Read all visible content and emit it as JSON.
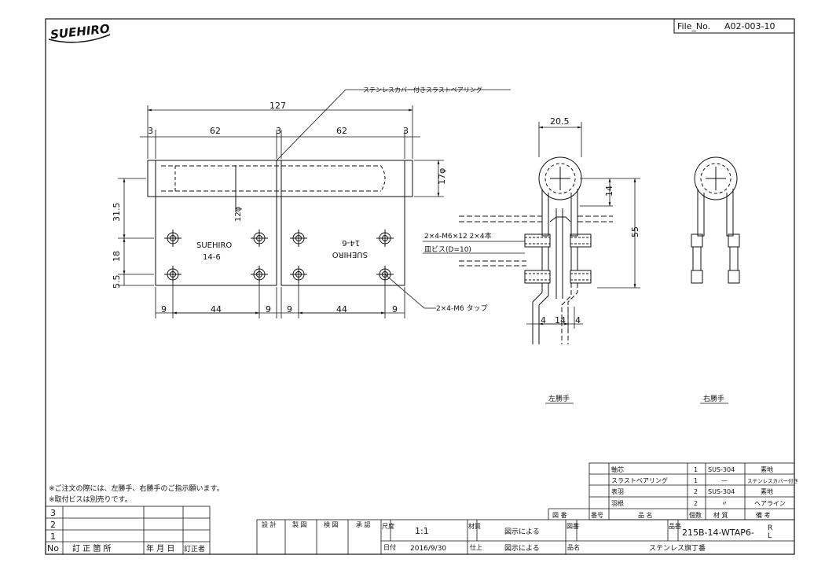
{
  "header": {
    "logo_text": "SUEHIRO",
    "file_no_label": "File_No.",
    "file_no_value": "A02-003-10"
  },
  "callouts": {
    "bearing_note": "ステンレスカバー付きスラストベアリング",
    "screw_spec": "2×4-M6×12 2×4本",
    "screw_type": "皿ビス(D=10)",
    "tap_note": "2×4-M6 タップ"
  },
  "dims_front": {
    "overall": "127",
    "gap_left": "3",
    "leaf_left": "62",
    "gap_mid": "3",
    "leaf_right": "62",
    "gap_right": "3",
    "pin_dia": "17φ",
    "inner_dia": "12φ",
    "height_top": "31.5",
    "height_mid": "18",
    "height_bot": "5.5",
    "hole_edge_l1": "9",
    "hole_pitch_l": "44",
    "hole_edge_l2": "9",
    "hole_edge_r1": "9",
    "hole_pitch_r": "44",
    "hole_edge_r2": "9"
  },
  "leaf_marks": {
    "left_line1": "SUEHIRO",
    "left_line2": "14-6",
    "right_line1": "SUEHIRO",
    "right_line2": "14-6"
  },
  "dims_side": {
    "width": "20.5",
    "offset": "14",
    "height": "55",
    "bot_left": "4",
    "bot_mid": "14",
    "bot_right": "4"
  },
  "view_labels": {
    "left_hand": "左勝手",
    "right_hand": "右勝手"
  },
  "notes": [
    "※ご注文の際には、左勝手、右勝手のご指示願います。",
    "※取付ビスは別売りです。"
  ],
  "revision_table": {
    "rows": [
      "3",
      "2",
      "1"
    ],
    "headers": [
      "No",
      "訂 正 箇 所",
      "年 月 日",
      "訂正者"
    ]
  },
  "parts_table": {
    "rows": [
      {
        "name": "軸芯",
        "qty": "1",
        "material": "SUS-304",
        "remark": "素地"
      },
      {
        "name": "スラストベアリング",
        "qty": "1",
        "material": "—",
        "remark": "ステンレスカバー付き"
      },
      {
        "name": "表羽",
        "qty": "2",
        "material": "SUS-304",
        "remark": "素地"
      },
      {
        "name": "羽根",
        "qty": "2",
        "material": "〃",
        "remark": "ヘアライン"
      }
    ],
    "headers": [
      "図 番",
      "番号",
      "品 名",
      "個数",
      "材 質",
      "備 考"
    ]
  },
  "title_block": {
    "col_labels": [
      "設 計",
      "製 図",
      "検 図",
      "承 認"
    ],
    "scale_label": "尺度",
    "scale_value": "1:1",
    "material_label": "材質",
    "material_value": "図示による",
    "drawing_no_label": "図番",
    "part_no_label": "品番",
    "part_no_value": "215B-14-WTAP6-",
    "part_no_r": "R",
    "part_no_l": "L",
    "date_label": "日付",
    "date_value": "2016/9/30",
    "finish_label": "仕上",
    "finish_value": "図示による",
    "product_label": "品名",
    "product_value": "ステンレス旗丁番"
  }
}
